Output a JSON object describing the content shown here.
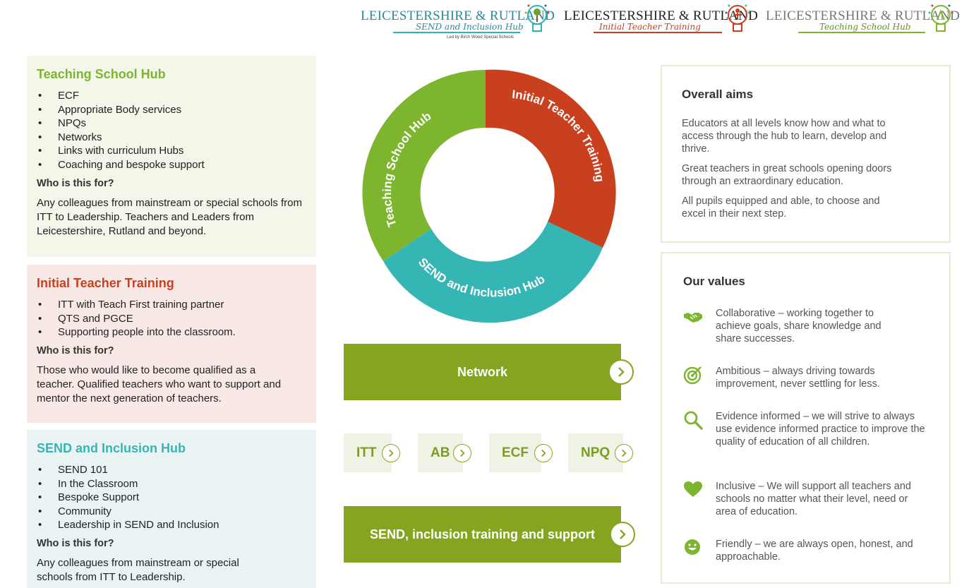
{
  "colors": {
    "green": "#85a521",
    "red": "#c73e26",
    "teal": "#2fb4b3",
    "tsh_green": "#7db52f",
    "itt_red": "#c9401f",
    "send_teal": "#35b5b3"
  },
  "header": {
    "logos": [
      {
        "name": "LEICESTERSHIRE & RUTLAND",
        "script": "SEND and Inclusion Hub",
        "small": "Led by Birch Wood Special Schools",
        "icon": "tree-bulb-icon"
      },
      {
        "name": "LEICESTERSHIRE & RUTLAND",
        "script": "Initial Teacher Training",
        "icon": "person-bulb-icon"
      },
      {
        "name": "LEICESTERSHIRE & RUTLAND",
        "script": "Teaching School Hub",
        "icon": "bulb-icon"
      }
    ]
  },
  "panels": {
    "tsh": {
      "title": "Teaching School Hub",
      "items": [
        "ECF",
        "Appropriate Body services",
        "NPQs",
        "Networks",
        "Links with curriculum Hubs",
        "Coaching and bespoke support"
      ],
      "who_heading": "Who is this for?",
      "who_text": "Any colleagues from mainstream or special schools from ITT to Leadership. Teachers and Leaders from Leicestershire, Rutland and beyond."
    },
    "itt": {
      "title": "Initial Teacher Training",
      "items": [
        "ITT with Teach First training partner",
        "QTS and PGCE",
        "Supporting people into the classroom."
      ],
      "who_heading": "Who is this for?",
      "who_text": "Those who would like to become qualified as a teacher. Qualified teachers who want to support and mentor the next generation of teachers."
    },
    "send": {
      "title": "SEND and Inclusion Hub",
      "items": [
        "SEND 101",
        "In the Classroom",
        "Bespoke Support",
        "Community",
        "Leadership in SEND and Inclusion"
      ],
      "who_heading": "Who is this for?",
      "who_text": "Any colleagues from mainstream or special schools from ITT to Leadership."
    }
  },
  "ring": {
    "segments": [
      "Teaching School Hub",
      "Initial Teacher Training",
      "SEND and Inclusion Hub"
    ]
  },
  "buttons": {
    "network": "Network",
    "small": [
      "ITT",
      "AB",
      "ECF",
      "NPQ"
    ],
    "send_training": "SEND, inclusion training and support"
  },
  "aims": {
    "title": "Overall aims",
    "paragraphs": [
      "Educators at all levels know how and what to access through the hub to learn, develop and thrive.",
      "Great teachers in great schools opening doors through an extraordinary education.",
      "All pupils equipped and able, to choose and excel in their next step."
    ]
  },
  "values": {
    "title": "Our values",
    "items": [
      {
        "icon": "handshake-icon",
        "text": "Collaborative – working together to achieve goals, share knowledge and share successes."
      },
      {
        "icon": "target-icon",
        "text": "Ambitious – always driving towards improvement, never settling for less."
      },
      {
        "icon": "magnifier-icon",
        "text": "Evidence informed – we will strive to always use evidence informed practice to improve the quality of education of all children."
      },
      {
        "icon": "heart-icon",
        "text": "Inclusive – We will support all teachers and schools no matter what their level, need or area of education."
      },
      {
        "icon": "smiley-icon",
        "text": "Friendly – we are always open, honest, and approachable."
      }
    ]
  }
}
